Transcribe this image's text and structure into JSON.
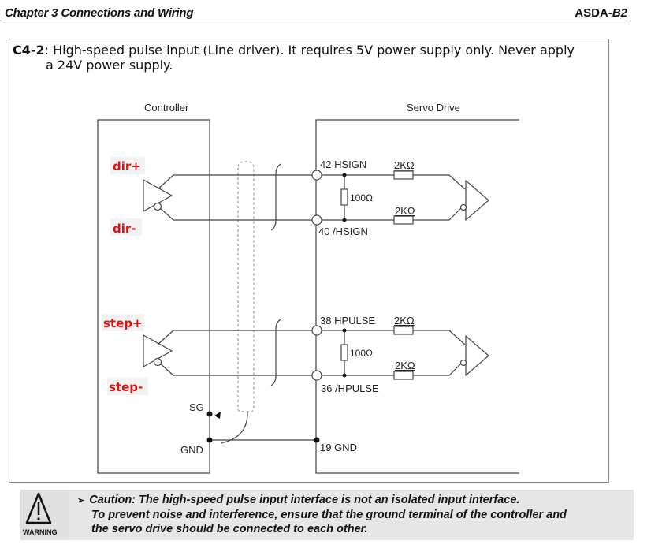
{
  "header": {
    "chapter": "Chapter 3  Connections and Wiring",
    "model_prefix": "ASDA-",
    "model_suffix": "B2"
  },
  "note": {
    "code": "C4-2",
    "line1": ": High-speed pulse input (Line driver). It requires 5V power supply only. Never apply",
    "line2": "a 24V power supply."
  },
  "diagram": {
    "controller_title": "Controller",
    "servo_title": "Servo Drive",
    "controller_labels": {
      "dir_plus": "dir+",
      "dir_minus": "dir-",
      "step_plus": "step+",
      "step_minus": "step-",
      "sg": "SG",
      "gnd": "GND"
    },
    "servo_pins": {
      "hsign": "42 HSIGN",
      "nhsign": "40 /HSIGN",
      "hpulse": "38 HPULSE",
      "nhpulse": "36 /HPULSE",
      "gnd": "19 GND"
    },
    "resistors": {
      "series": "2KΩ",
      "termination": "100Ω"
    },
    "label_color": "#e01010"
  },
  "warning": {
    "icon_label": "WARNING",
    "bullet": "➢",
    "line1": "Caution: The high-speed pulse input interface is not an isolated input interface.",
    "line2": "To prevent noise and interference, ensure that the ground terminal of the controller and",
    "line3": "the servo drive should be connected to each other."
  }
}
